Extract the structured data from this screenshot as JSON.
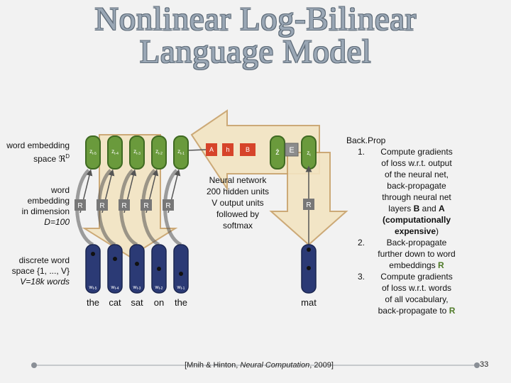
{
  "title": {
    "line1": "Nonlinear Log-Bilinear",
    "line2": "Language Model"
  },
  "labels": {
    "embedding_space": [
      "word embedding",
      "space ℜ",
      "D"
    ],
    "embedding_dim": [
      "word",
      "embedding",
      "in dimension",
      "D=100"
    ],
    "discrete": [
      "discrete word",
      "space {1, ..., V}",
      "V=18k words"
    ]
  },
  "embeddings": [
    "z_{t-5}",
    "z_{t-4}",
    "z_{t-3}",
    "z_{t-2}",
    "z_{t-1}"
  ],
  "r_label": "R",
  "net_nodes": {
    "a": "A",
    "h": "h",
    "b": "B",
    "zhat": "ẑ",
    "e": "E",
    "zt": "z"
  },
  "context_words": [
    "the",
    "cat",
    "sat",
    "on",
    "the"
  ],
  "word_indices": [
    "w_{t-5}",
    "w_{t-4}",
    "w_{t-3}",
    "w_{t-2}",
    "w_{t-1}"
  ],
  "target_word": "mat",
  "neural_net_text": [
    "Neural network",
    "200 hidden units",
    "V output units",
    "followed by",
    "softmax"
  ],
  "backprop": {
    "heading": "Back.Prop",
    "items": [
      {
        "num": "1.",
        "lines": [
          "Compute gradients",
          "of loss w.r.t. output",
          "of the neural net,",
          "back-propagate",
          "through neural net",
          "layers B and A",
          "(computationally",
          "expensive)"
        ]
      },
      {
        "num": "2.",
        "lines": [
          "Back-propagate",
          "further down to word",
          "embeddings R"
        ]
      },
      {
        "num": "3.",
        "lines": [
          "Compute gradients",
          "of loss w.r.t. words",
          "of all vocabulary,",
          "back-propagate to R"
        ]
      }
    ]
  },
  "citation": {
    "prefix": "[Mnih & Hinton, ",
    "journal": "Neural Computation",
    "suffix": ", 2009]"
  },
  "page_number": "33",
  "colors": {
    "green_node": "#6a9a3c",
    "green_dark": "#3f6a22",
    "navy_node": "#2b3a75",
    "arrow_fill": "#f3e4c2",
    "arrow_stroke": "#c8a26a",
    "r_box": "#777777",
    "net_box": "#d6442a"
  }
}
